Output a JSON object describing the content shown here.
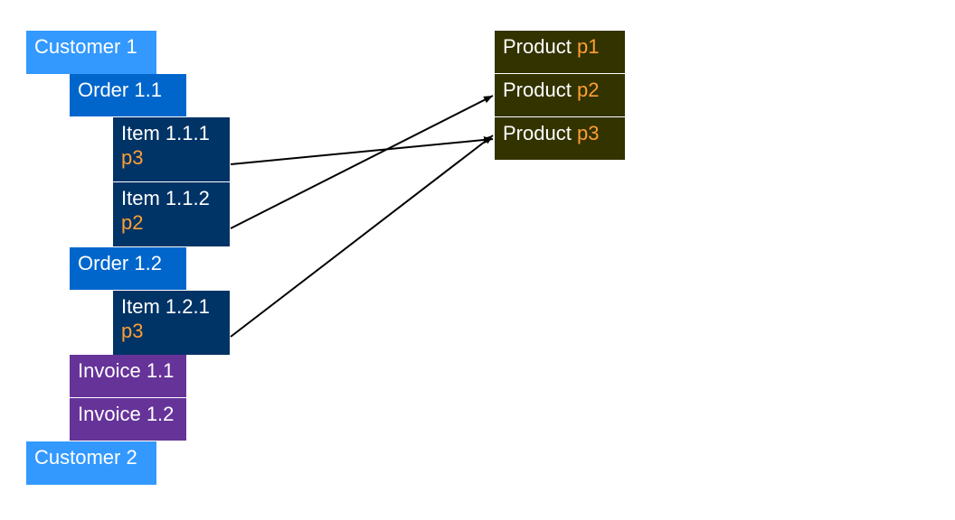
{
  "customers": {
    "c1": "Customer 1",
    "c2": "Customer 2"
  },
  "orders": {
    "o11": "Order 1.1",
    "o12": "Order 1.2"
  },
  "items": {
    "i111": {
      "label": "Item 1.1.1",
      "ref": "p3"
    },
    "i112": {
      "label": "Item 1.1.2",
      "ref": "p2"
    },
    "i121": {
      "label": "Item 1.2.1",
      "ref": "p3"
    }
  },
  "invoices": {
    "inv11": "Invoice 1.1",
    "inv12": "Invoice 1.2"
  },
  "products": {
    "p1": {
      "label": "Product",
      "id": "p1"
    },
    "p2": {
      "label": "Product",
      "id": "p2"
    },
    "p3": {
      "label": "Product",
      "id": "p3"
    }
  },
  "colors": {
    "customer": "#3399ff",
    "order": "#0066cc",
    "item": "#003366",
    "invoice": "#663399",
    "product": "#333300",
    "reference_text": "#ff9f33",
    "arrow": "#000000"
  }
}
